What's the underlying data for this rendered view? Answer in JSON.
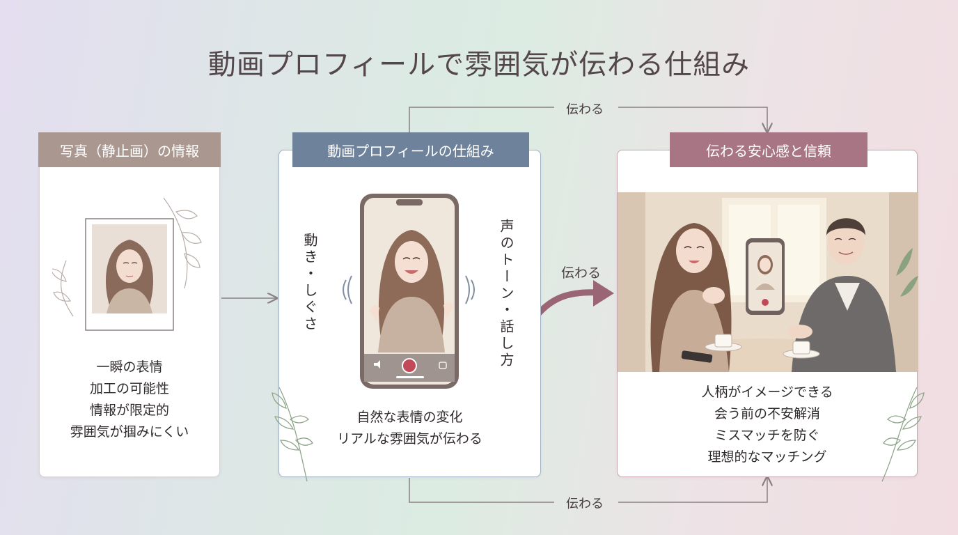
{
  "title": "動画プロフィールで雰囲気が伝わる仕組み",
  "flow_label": "伝わる",
  "panels": {
    "photo": {
      "header": "写真（静止画）の情報",
      "lines": [
        "一瞬の表情",
        "加工の可能性",
        "情報が限定的",
        "雰囲気が掴みにくい"
      ]
    },
    "video": {
      "header": "動画プロフィールの仕組み",
      "left_label": "動き・しぐさ",
      "right_label": "声のトーン・話し方",
      "lines": [
        "自然な表情の変化",
        "リアルな雰囲気が伝わる"
      ]
    },
    "trust": {
      "header": "伝わる安心感と信頼",
      "lines": [
        "人柄がイメージできる",
        "会う前の不安解消",
        "ミスマッチを防ぐ",
        "理想的なマッチング"
      ]
    }
  },
  "colors": {
    "photo_header": "#a99790",
    "video_header": "#6e829b",
    "trust_header": "#a87584",
    "arrow": "#9a6675"
  }
}
